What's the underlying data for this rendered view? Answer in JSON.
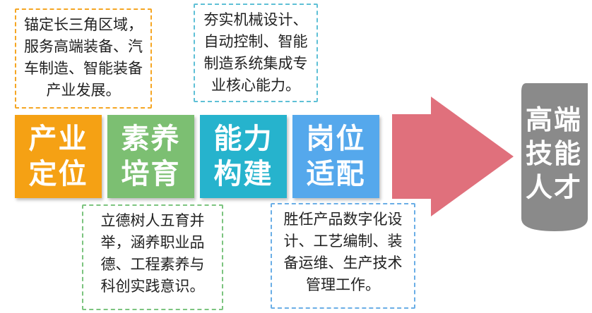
{
  "notes": {
    "positioning": "锚定长三角区域，\n服务高端装备、汽\n车制造、智能装备\n产业发展。",
    "capability": "夯实机械设计、\n自动控制、智能\n制造系统集成专\n业核心能力。",
    "literacy": "立德树人五育并\n举，涵养职业品\n德、工程素养与\n科创实践意识。",
    "fit": "胜任产品数字化设\n计、工艺编制、装\n备运维、生产技术\n管理工作。"
  },
  "blocks": [
    {
      "label": "产业\n定位",
      "color": "#f5a114"
    },
    {
      "label": "素养\n培育",
      "color": "#7cbf72"
    },
    {
      "label": "能力\n构建",
      "color": "#26b3cd"
    },
    {
      "label": "岗位\n适配",
      "color": "#55a8ec"
    }
  ],
  "goal": {
    "label": "高端\n技能\n人才",
    "color": "#8a8a8a"
  },
  "arrow": {
    "color": "#e0707c"
  },
  "note_colors": {
    "orange": "#f5a623",
    "teal": "#5fc0d6",
    "green": "#7cc47f",
    "blue": "#6aaee6"
  }
}
